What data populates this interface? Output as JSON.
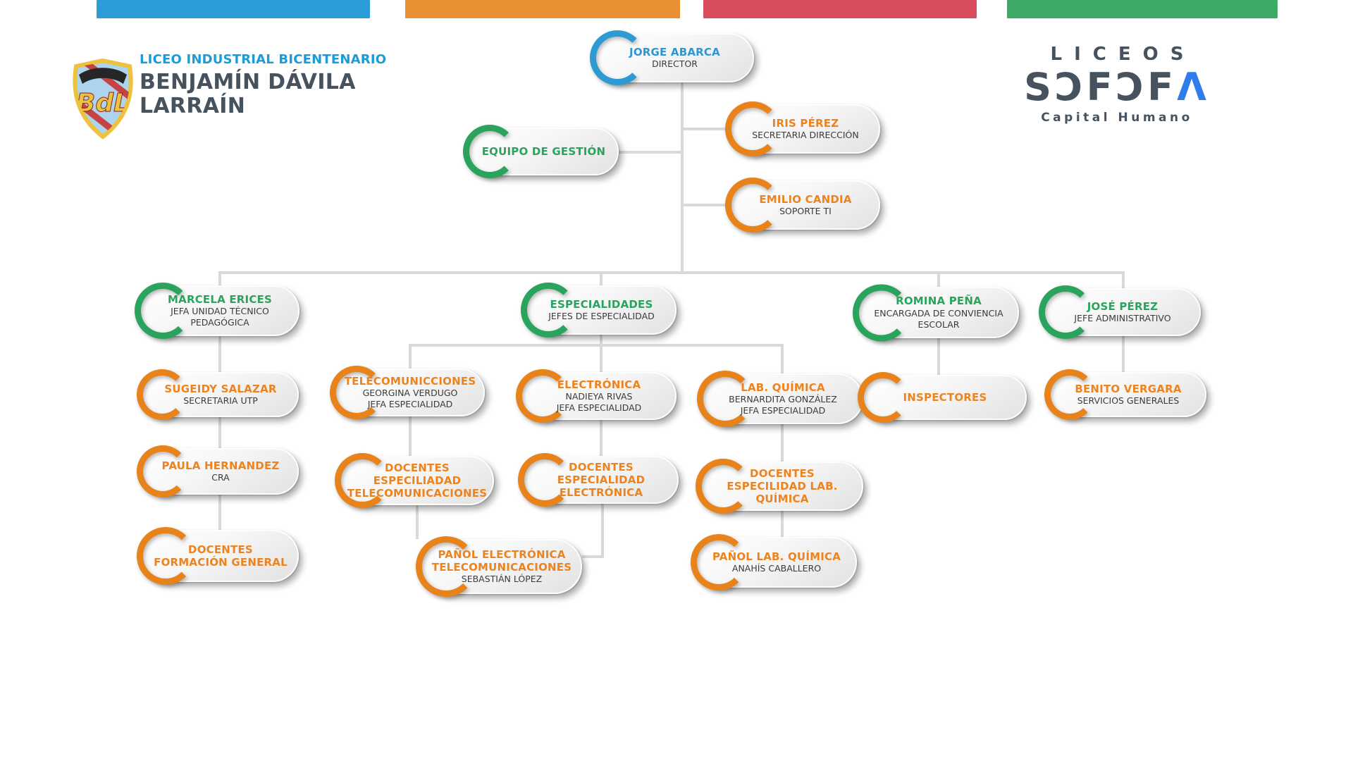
{
  "header": {
    "bars": [
      {
        "name": "bar-blue",
        "color": "#2b9cd8"
      },
      {
        "name": "bar-orange",
        "color": "#e88f33"
      },
      {
        "name": "bar-red",
        "color": "#d94b5e"
      },
      {
        "name": "bar-green",
        "color": "#3eaa68"
      }
    ],
    "school": {
      "line1": "LICEO INDUSTRIAL BICENTENARIO",
      "line2": "BENJAMÍN DÁVILA",
      "line3": "LARRAÍN"
    },
    "sofofa": {
      "top": "LICEOS",
      "word_s1": "S",
      "word_mid": "ƆFƆF",
      "word_a": "Λ",
      "bottom": "Capital Humano"
    }
  },
  "accents": {
    "blue": "#2d9ad3",
    "green": "#2aa35d",
    "orange": "#e8821a",
    "line_gray": "#d9d9d9"
  },
  "nodes": {
    "director": {
      "title": "JORGE ABARCA",
      "lines": [
        "DIRECTOR"
      ]
    },
    "equipo": {
      "title": "EQUIPO DE GESTIÓN",
      "lines": []
    },
    "iris": {
      "title": "IRIS PÉREZ",
      "lines": [
        "SECRETARIA DIRECCIÓN"
      ]
    },
    "emilio": {
      "title": "EMILIO CANDIA",
      "lines": [
        "SOPORTE TI"
      ]
    },
    "utp": {
      "title": "MARCELA ERICES",
      "lines": [
        "JEFA UNIDAD TÉCNICO PEDAGÓGICA"
      ]
    },
    "especialidades": {
      "title": "ESPECIALIDADES",
      "lines": [
        "JEFES DE ESPECIALIDAD"
      ]
    },
    "convivencia": {
      "title": "ROMINA PEÑA",
      "lines": [
        "ENCARGADA DE CONVIENCIA ESCOLAR"
      ]
    },
    "administrativo": {
      "title": "JOSÉ PÉREZ",
      "lines": [
        "JEFE ADMINISTRATIVO"
      ]
    },
    "sugeidy": {
      "title": "SUGEIDY SALAZAR",
      "lines": [
        "SECRETARIA UTP"
      ]
    },
    "paula": {
      "title": "PAULA HERNANDEZ",
      "lines": [
        "CRA"
      ]
    },
    "docentes_fg": {
      "title": "DOCENTES FORMACIÓN GENERAL",
      "lines": []
    },
    "telecom": {
      "title": "TELECOMUNICCIONES",
      "lines": [
        "GEORGINA VERDUGO",
        "JEFA ESPECIALIDAD"
      ]
    },
    "electronica": {
      "title": "ELECTRÓNICA",
      "lines": [
        "NADIEYA RIVAS",
        "JEFA ESPECIALIDAD"
      ]
    },
    "lab_quimica": {
      "title": "LAB.  QUÍMICA",
      "lines": [
        "BERNARDITA GONZÁLEZ",
        "JEFA ESPECIALIDAD"
      ]
    },
    "doc_telecom": {
      "title": "DOCENTES ESPECILIADAD TELECOMUNICACIONES",
      "lines": []
    },
    "doc_electronica": {
      "title": "DOCENTES ESPECIALIDAD ELECTRÓNICA",
      "lines": []
    },
    "doc_labq": {
      "title": "DOCENTES ESPECILIDAD LAB.  QUÍMICA",
      "lines": []
    },
    "panol_telecom": {
      "title": "PAÑOL ELECTRÓNICA TELECOMUNICACIONES",
      "lines": [
        "SEBASTIÁN LÓPEZ"
      ]
    },
    "panol_labq": {
      "title": "PAÑOL LAB.  QUÍMICA",
      "lines": [
        "ANAHÍS CABALLERO"
      ]
    },
    "inspectores": {
      "title": "INSPECTORES",
      "lines": []
    },
    "benito": {
      "title": "BENITO VERGARA",
      "lines": [
        "SERVICIOS GENERALES"
      ]
    }
  },
  "edges": [
    [
      "director",
      "equipo"
    ],
    [
      "director",
      "iris"
    ],
    [
      "director",
      "emilio"
    ],
    [
      "director",
      "utp"
    ],
    [
      "director",
      "especialidades"
    ],
    [
      "director",
      "convivencia"
    ],
    [
      "director",
      "administrativo"
    ],
    [
      "utp",
      "sugeidy"
    ],
    [
      "sugeidy",
      "paula"
    ],
    [
      "paula",
      "docentes_fg"
    ],
    [
      "especialidades",
      "telecom"
    ],
    [
      "especialidades",
      "electronica"
    ],
    [
      "especialidades",
      "lab_quimica"
    ],
    [
      "telecom",
      "doc_telecom"
    ],
    [
      "electronica",
      "doc_electronica"
    ],
    [
      "lab_quimica",
      "doc_labq"
    ],
    [
      "doc_telecom",
      "panol_telecom"
    ],
    [
      "doc_electronica",
      "panol_telecom"
    ],
    [
      "doc_labq",
      "panol_labq"
    ],
    [
      "convivencia",
      "inspectores"
    ],
    [
      "administrativo",
      "benito"
    ]
  ]
}
